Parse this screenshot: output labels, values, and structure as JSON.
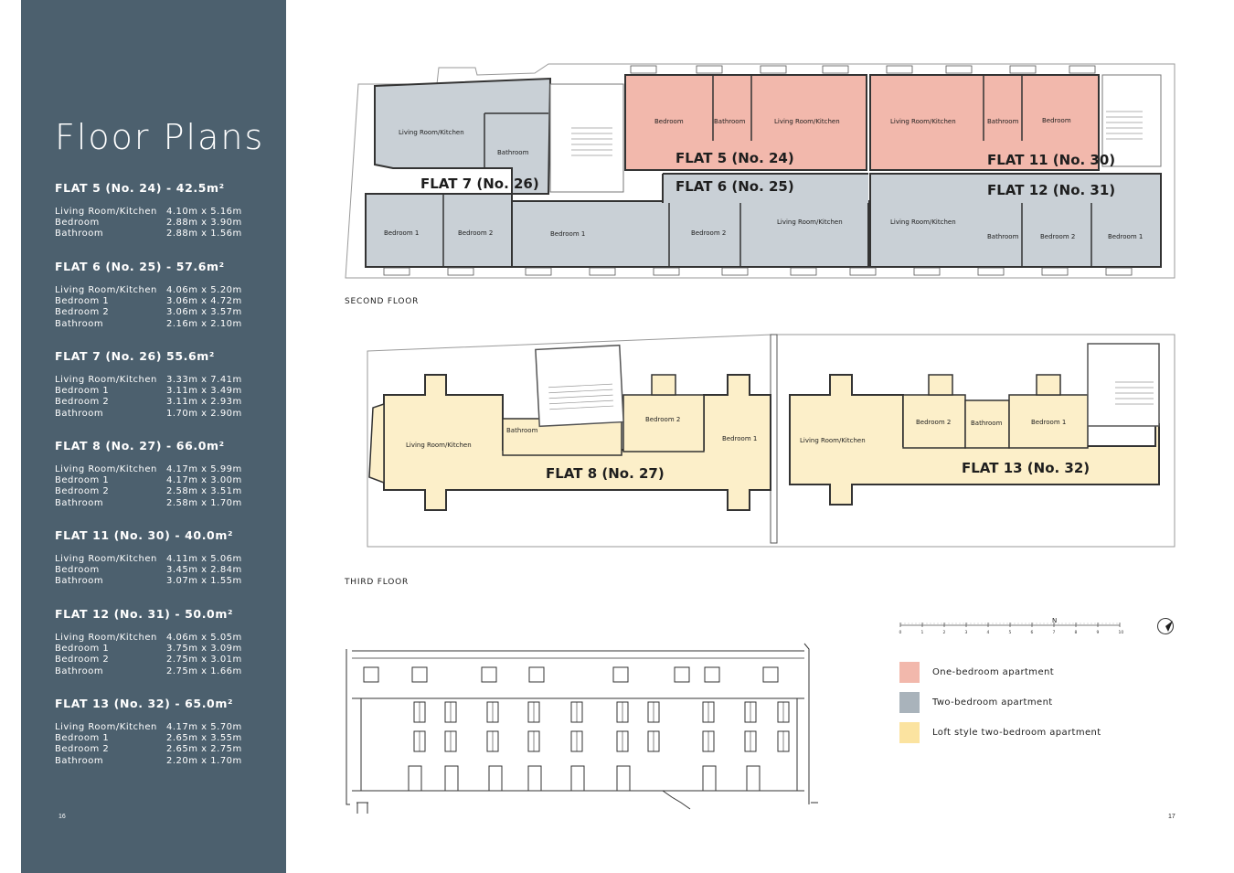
{
  "title": "Floor Plans",
  "flats": [
    {
      "heading": "FLAT 5 (No. 24) - 42.5m²",
      "rooms": [
        {
          "name": "Living Room/Kitchen",
          "dims": "4.10m x 5.16m"
        },
        {
          "name": "Bedroom",
          "dims": "2.88m x 3.90m"
        },
        {
          "name": "Bathroom",
          "dims": "2.88m x 1.56m"
        }
      ]
    },
    {
      "heading": "FLAT 6 (No. 25) - 57.6m²",
      "rooms": [
        {
          "name": "Living Room/Kitchen",
          "dims": "4.06m x 5.20m"
        },
        {
          "name": "Bedroom 1",
          "dims": "3.06m x 4.72m"
        },
        {
          "name": "Bedroom 2",
          "dims": "3.06m x 3.57m"
        },
        {
          "name": "Bathroom",
          "dims": "2.16m x 2.10m"
        }
      ]
    },
    {
      "heading": "FLAT 7 (No. 26) 55.6m²",
      "rooms": [
        {
          "name": "Living Room/Kitchen",
          "dims": "3.33m x 7.41m"
        },
        {
          "name": "Bedroom 1",
          "dims": "3.11m x 3.49m"
        },
        {
          "name": "Bedroom 2",
          "dims": "3.11m x 2.93m"
        },
        {
          "name": "Bathroom",
          "dims": "1.70m x 2.90m"
        }
      ]
    },
    {
      "heading": "FLAT 8 (No. 27) - 66.0m²",
      "rooms": [
        {
          "name": "Living Room/Kitchen",
          "dims": "4.17m x 5.99m"
        },
        {
          "name": "Bedroom 1",
          "dims": "4.17m x 3.00m"
        },
        {
          "name": "Bedroom 2",
          "dims": "2.58m x 3.51m"
        },
        {
          "name": "Bathroom",
          "dims": "2.58m x 1.70m"
        }
      ]
    },
    {
      "heading": "FLAT 11 (No. 30) - 40.0m²",
      "rooms": [
        {
          "name": "Living Room/Kitchen",
          "dims": "4.11m x 5.06m"
        },
        {
          "name": "Bedroom",
          "dims": "3.45m x 2.84m"
        },
        {
          "name": "Bathroom",
          "dims": "3.07m x 1.55m"
        }
      ]
    },
    {
      "heading": "FLAT 12 (No. 31) - 50.0m²",
      "rooms": [
        {
          "name": "Living Room/Kitchen",
          "dims": "4.06m x 5.05m"
        },
        {
          "name": "Bedroom 1",
          "dims": "3.75m x 3.09m"
        },
        {
          "name": "Bedroom 2",
          "dims": "2.75m x 3.01m"
        },
        {
          "name": "Bathroom",
          "dims": "2.75m x 1.66m"
        }
      ]
    },
    {
      "heading": "FLAT 13 (No. 32) - 65.0m²",
      "rooms": [
        {
          "name": "Living Room/Kitchen",
          "dims": "4.17m x 5.70m"
        },
        {
          "name": "Bedroom 1",
          "dims": "2.65m x 3.55m"
        },
        {
          "name": "Bedroom 2",
          "dims": "2.65m x 2.75m"
        },
        {
          "name": "Bathroom",
          "dims": "2.20m x 1.70m"
        }
      ]
    }
  ],
  "page_numbers": {
    "left": "16",
    "right": "17"
  },
  "floors": {
    "second": "SECOND FLOOR",
    "third": "THIRD FLOOR"
  },
  "second_floor_plan": {
    "flat_labels": [
      "FLAT 5 (No. 24)",
      "FLAT 6 (No. 25)",
      "FLAT 7 (No. 26)",
      "FLAT 11 (No. 30)",
      "FLAT 12 (No. 31)"
    ],
    "rooms": [
      "Living Room/Kitchen",
      "Bathroom",
      "Bedroom",
      "Bedroom 1",
      "Bedroom 2"
    ]
  },
  "third_floor_plan": {
    "flat_labels": [
      "FLAT 8 (No. 27)",
      "FLAT 13 (No. 32)"
    ]
  },
  "scale_bar": {
    "ticks": [
      "0",
      "1",
      "2",
      "3",
      "4",
      "5",
      "6",
      "7",
      "8",
      "9",
      "10"
    ],
    "north": "N"
  },
  "legend": [
    {
      "label": "One-bedroom apartment",
      "color": "#f2b8ac"
    },
    {
      "label": "Two-bedroom apartment",
      "color": "#a9b3bb"
    },
    {
      "label": "Loft style two-bedroom apartment",
      "color": "#fbe3a0"
    }
  ],
  "colors": {
    "sidebar": "#4c606e",
    "one_bed": "#f2b8ac",
    "two_bed": "#c9d0d6",
    "loft": "#fcefc9"
  }
}
